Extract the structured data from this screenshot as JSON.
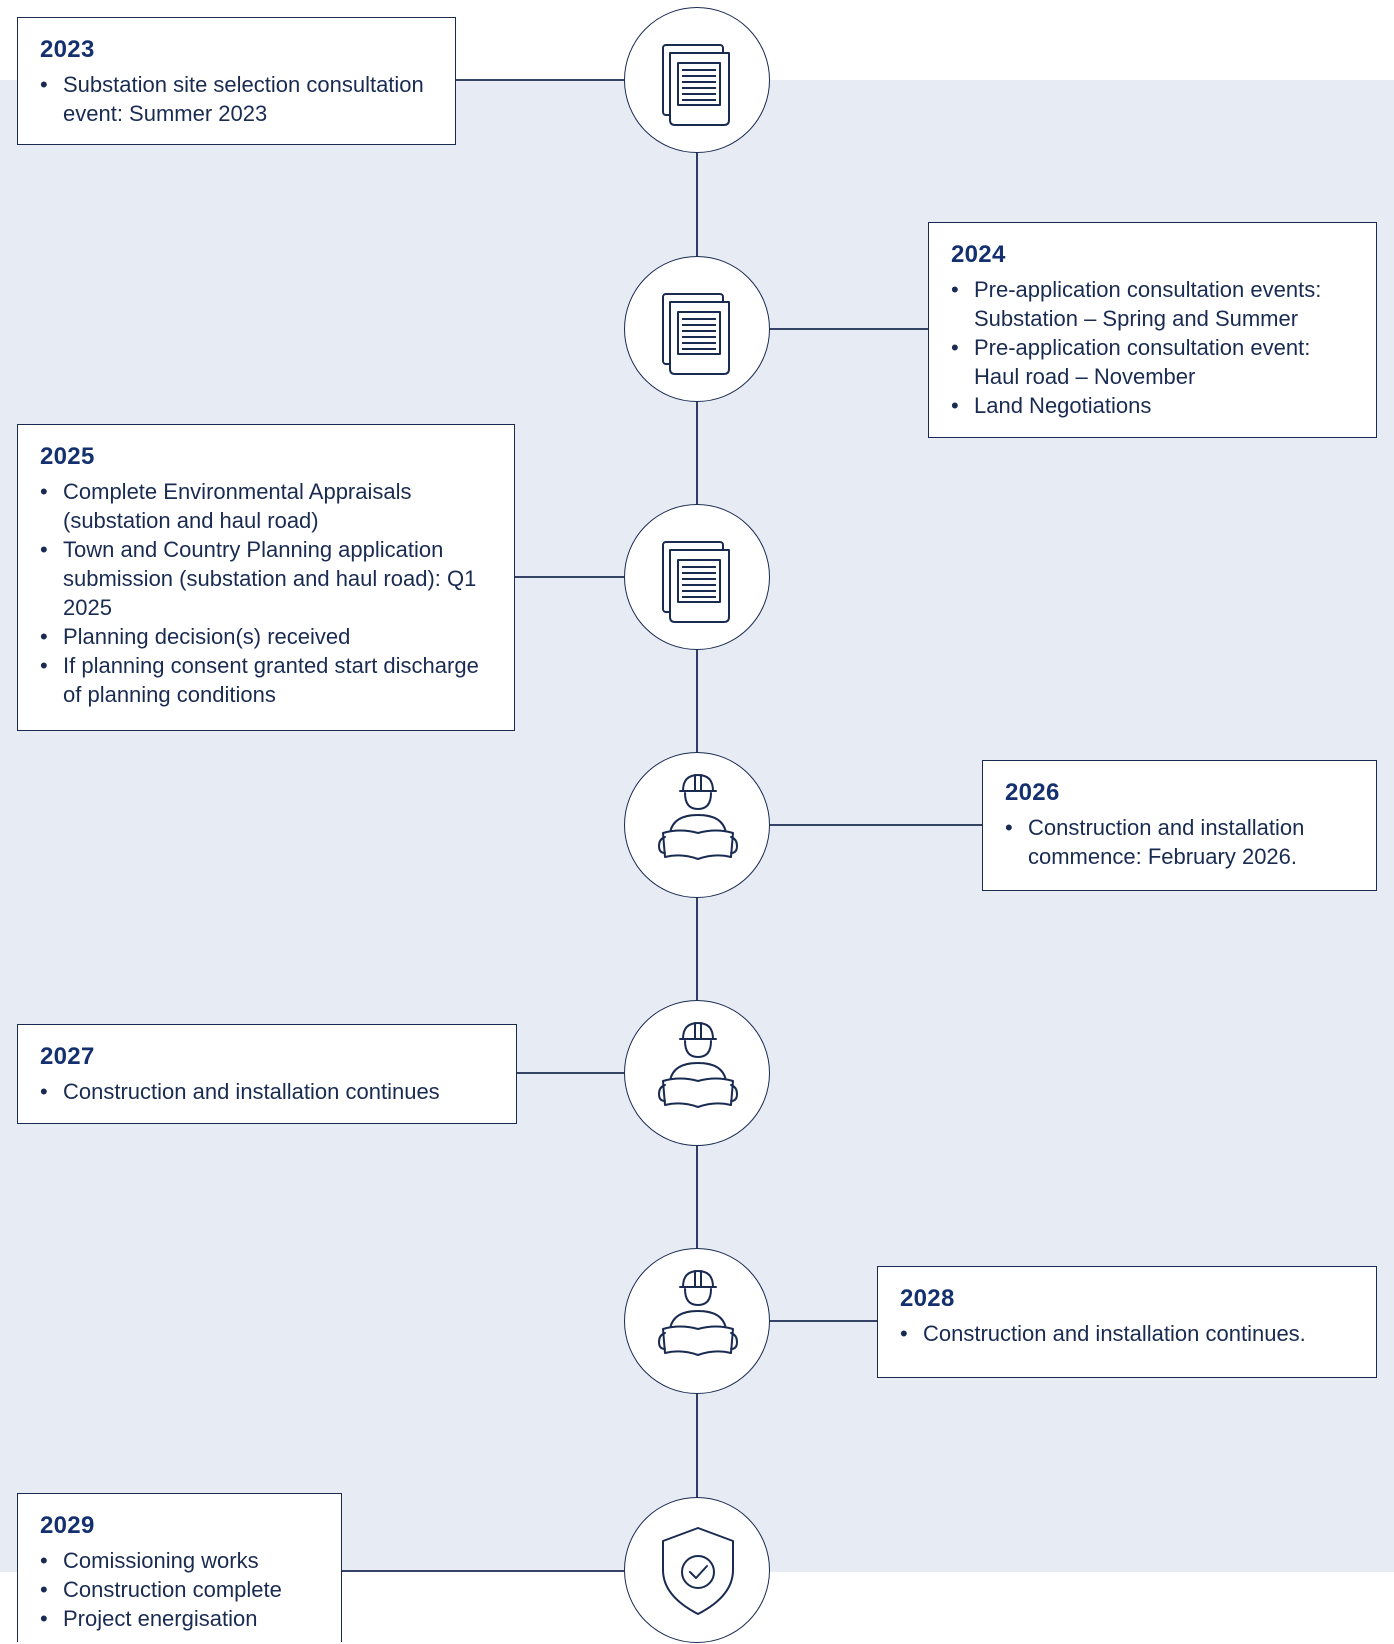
{
  "milestones": [
    {
      "year": "2023",
      "icon": "documents-icon",
      "items": [
        "Substation site selection consultation event: Summer 2023"
      ]
    },
    {
      "year": "2024",
      "icon": "documents-icon",
      "items": [
        "Pre-application consultation events: Substation – Spring and Summer",
        "Pre-application consultation event: Haul road – November",
        "Land Negotiations"
      ]
    },
    {
      "year": "2025",
      "icon": "documents-icon",
      "items": [
        "Complete Environmental Appraisals (substation and haul road)",
        "Town and Country Planning application submission (substation and haul road): Q1 2025",
        "Planning decision(s) received",
        "If planning consent granted start discharge of planning conditions"
      ]
    },
    {
      "year": "2026",
      "icon": "construction-worker-icon",
      "items": [
        "Construction and installation commence: February 2026."
      ]
    },
    {
      "year": "2027",
      "icon": "construction-worker-icon",
      "items": [
        "Construction and installation continues"
      ]
    },
    {
      "year": "2028",
      "icon": "construction-worker-icon",
      "items": [
        "Construction and installation continues."
      ]
    },
    {
      "year": "2029",
      "icon": "shield-check-icon",
      "items": [
        "Comissioning works",
        "Construction complete",
        "Project energisation"
      ]
    }
  ],
  "colors": {
    "navy": "#1a2b52",
    "heading": "#14306e",
    "band": "#e7ecf4"
  }
}
